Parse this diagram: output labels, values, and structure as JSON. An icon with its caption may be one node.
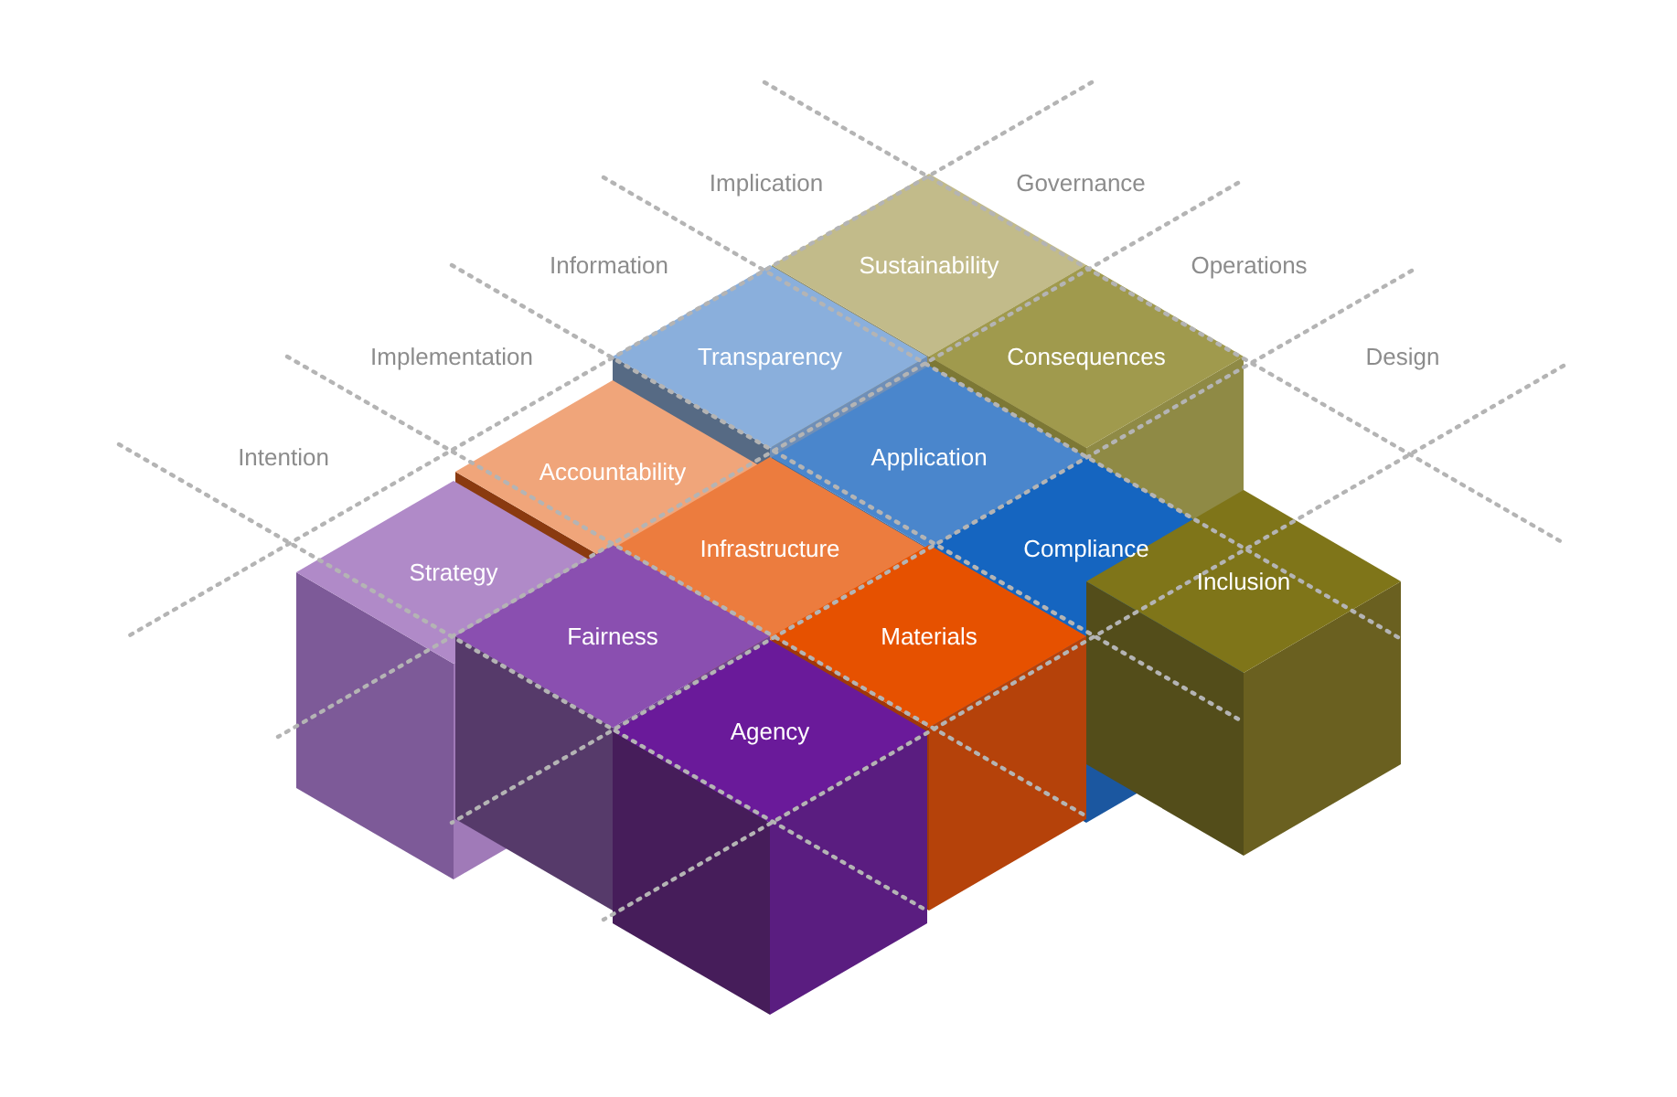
{
  "diagram": {
    "nodes": [
      {
        "text": [
          "Sustainability"
        ]
      },
      {
        "text": [
          "Transparency"
        ]
      },
      {
        "text": [
          "Consequences"
        ]
      },
      {
        "text": [
          "Inclusion"
        ]
      },
      {
        "text": [
          "Accountability"
        ]
      },
      {
        "text": [
          "Application"
        ]
      },
      {
        "text": [
          "Infrastructure"
        ]
      },
      {
        "text": [
          "Compliance"
        ]
      },
      {
        "text": [
          "Strategy"
        ]
      },
      {
        "text": [
          "Fairness"
        ]
      },
      {
        "text": [
          "Materials"
        ]
      },
      {
        "text": [
          "Agency"
        ]
      }
    ],
    "labels": [
      "Implication",
      "Governance",
      "Information",
      "Operations",
      "Implementation",
      "Design",
      "Intention"
    ]
  }
}
